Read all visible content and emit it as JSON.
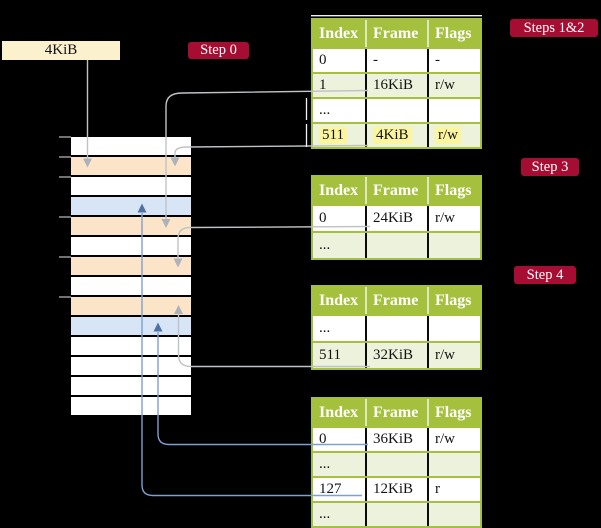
{
  "frame_box": {
    "label": "4KiB"
  },
  "badges": {
    "step0": "Step 0",
    "steps12": "Steps 1&2",
    "step3": "Step 3",
    "step4": "Step 4"
  },
  "colors": {
    "background": "#000000",
    "badge_crimson": "#a60d33",
    "table_green": "#a4c03c",
    "table_row_pale_green": "#edf2dc",
    "highlight_yellow": "#fcf5a0",
    "frame_box_cream": "#fcf1cd",
    "memory_peach": "#fce4c9",
    "memory_blue": "#d7e5f6",
    "gray_arrow": "#c0c3c6",
    "gray_arrowhead": "#acb2ba",
    "blue_arrow": "#7e9fd2",
    "blue_arrowhead": "#5271a3"
  },
  "memory_column": {
    "rows": [
      "white",
      "peach",
      "white",
      "blue",
      "peach",
      "white",
      "peach",
      "white",
      "peach",
      "blue",
      "white",
      "white",
      "white",
      "white"
    ],
    "tick_boundaries": [
      0,
      1,
      2,
      4,
      6,
      8
    ]
  },
  "tables": [
    {
      "id": "t1",
      "headers": [
        "Index",
        "Frame",
        "Flags"
      ],
      "rows": [
        {
          "cells": [
            "0",
            "-",
            "-"
          ],
          "shade": "white",
          "highlight": false
        },
        {
          "cells": [
            "1",
            "16KiB",
            "r/w"
          ],
          "shade": "green",
          "highlight": false
        },
        {
          "cells": [
            "...",
            "",
            ""
          ],
          "shade": "white",
          "highlight": false
        },
        {
          "cells": [
            "511",
            "4KiB",
            "r/w"
          ],
          "shade": "green",
          "highlight": true
        }
      ]
    },
    {
      "id": "t2",
      "headers": [
        "Index",
        "Frame",
        "Flags"
      ],
      "rows": [
        {
          "cells": [
            "0",
            "24KiB",
            "r/w"
          ],
          "shade": "white",
          "highlight": false
        },
        {
          "cells": [
            "...",
            "",
            ""
          ],
          "shade": "green",
          "highlight": false
        }
      ]
    },
    {
      "id": "t3",
      "headers": [
        "Index",
        "Frame",
        "Flags"
      ],
      "rows": [
        {
          "cells": [
            "...",
            "",
            ""
          ],
          "shade": "white",
          "highlight": false
        },
        {
          "cells": [
            "511",
            "32KiB",
            "r/w"
          ],
          "shade": "green",
          "highlight": false
        }
      ]
    },
    {
      "id": "t4",
      "headers": [
        "Index",
        "Frame",
        "Flags"
      ],
      "rows": [
        {
          "cells": [
            "0",
            "36KiB",
            "r/w"
          ],
          "shade": "white",
          "highlight": false
        },
        {
          "cells": [
            "...",
            "",
            ""
          ],
          "shade": "green",
          "highlight": false
        },
        {
          "cells": [
            "127",
            "12KiB",
            "r"
          ],
          "shade": "white",
          "highlight": false
        },
        {
          "cells": [
            "...",
            "",
            ""
          ],
          "shade": "green",
          "highlight": false
        }
      ]
    }
  ],
  "connections": [
    {
      "id": "frame-box-to-row2",
      "from": "frame-size-box",
      "to": "memory-row-2",
      "color": "gray"
    },
    {
      "id": "t1-entry-1-to-row5",
      "from": "table1-entry-1-16KiB",
      "to": "memory-row-5",
      "color": "gray"
    },
    {
      "id": "t1-entry-511-to-row2",
      "from": "table1-entry-511-4KiB",
      "to": "memory-row-2",
      "color": "gray"
    },
    {
      "id": "t2-entry-0-to-row7",
      "from": "table2-entry-0-24KiB",
      "to": "memory-row-7",
      "color": "gray"
    },
    {
      "id": "t3-entry-511-to-row9",
      "from": "table3-entry-511-32KiB",
      "to": "memory-row-9",
      "color": "gray"
    },
    {
      "id": "t4-entry-0-to-row10",
      "from": "table4-entry-0-36KiB",
      "to": "memory-row-10",
      "color": "blue"
    },
    {
      "id": "t4-entry-127-to-row4",
      "from": "table4-entry-127-12KiB",
      "to": "memory-row-4",
      "color": "blue"
    }
  ]
}
